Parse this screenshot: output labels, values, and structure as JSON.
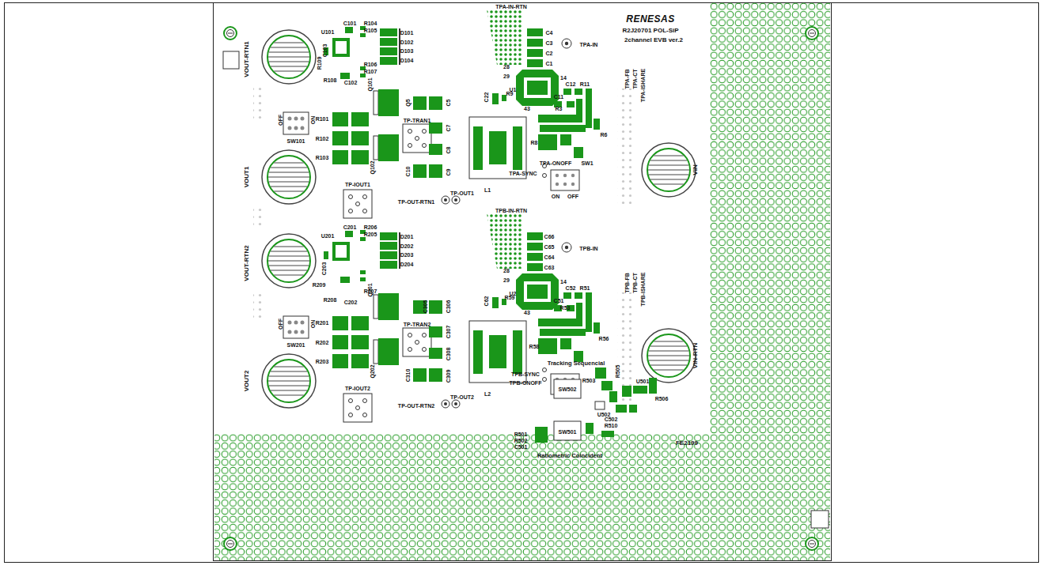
{
  "diagram": {
    "labels": [
      "RENESAS",
      "R2J20701 POL-SiP",
      "2channel EVB ver.2",
      "C101",
      "R104",
      "R105",
      "U101",
      "D101",
      "D102",
      "D103",
      "D104",
      "R109",
      "C103",
      "R106",
      "R107",
      "R108",
      "C102",
      "Q101",
      "VOUT-RTN1",
      "OFF",
      "ON",
      "SW101",
      "R101",
      "R102",
      "R103",
      "Q102",
      "TP-TRAN1",
      "Q5",
      "C5",
      "C7",
      "C8",
      "C9",
      "C10",
      "L1",
      "VOUT1",
      "TP-IOUT1",
      "TP-OUT-RTN1",
      "TP-OUT1",
      "TPA-IN-RTN",
      "C4",
      "C3",
      "C2",
      "C1",
      "TPA-IN",
      "28",
      "29",
      "14",
      "U1",
      "43",
      "C22",
      "R9",
      "TPA-FB",
      "TPA-CT",
      "TPA-ISHARE",
      "C12",
      "R11",
      "C11",
      "R3",
      "R8",
      "R6",
      "TPA-ONOFF",
      "SW1",
      "TPA-SYNC",
      "ON",
      "OFF",
      "VIN",
      "C201",
      "R206",
      "R205",
      "U201",
      "D201",
      "D202",
      "D203",
      "D204",
      "C203",
      "R209",
      "R207",
      "R208",
      "C202",
      "Q201",
      "VOUT-RTN2",
      "OFF",
      "ON",
      "SW201",
      "R201",
      "R202",
      "R203",
      "Q202",
      "TP-TRAN2",
      "C305",
      "C306",
      "C307",
      "C308",
      "C309",
      "C310",
      "L2",
      "VOUT2",
      "TP-IOUT2",
      "TP-OUT-RTN2",
      "TP-OUT2",
      "TPB-IN-RTN",
      "C66",
      "C65",
      "C64",
      "C63",
      "TPB-IN",
      "28",
      "29",
      "14",
      "U2",
      "43",
      "C62",
      "R59",
      "TPB-FB",
      "TPB-CT",
      "TPB-ISHARE",
      "C52",
      "R51",
      "C51",
      "R53",
      "R58",
      "R56",
      "VIN-RTN",
      "Tracking Sequencial",
      "TPB-SYNC",
      "TPB-ONOFF",
      "SW502",
      "R503",
      "R505",
      "U501",
      "R506",
      "U502",
      "SW501",
      "R501",
      "R502",
      "C501",
      "C502",
      "R510",
      "Ratiometric Coincident",
      "FE2199"
    ]
  }
}
